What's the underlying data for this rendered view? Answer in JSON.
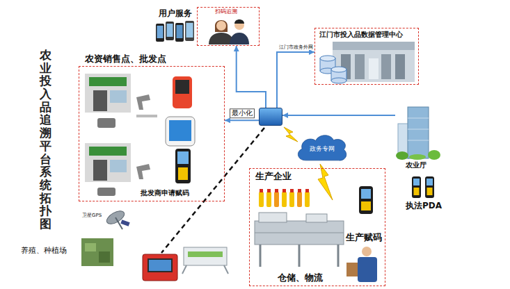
{
  "diagram": {
    "title": "农业投入品追溯平台系统拓扑图",
    "nodes": [
      {
        "text": [
          "用户服务",
          "扫码追溯"
        ]
      },
      {
        "text": [
          "江门市投入品数据管理中心"
        ]
      },
      {
        "text": [
          "农资销售点、批发点",
          "批发商申请赋码"
        ]
      },
      {
        "text": []
      },
      {
        "text": [
          "政务专网"
        ]
      },
      {
        "text": [
          "农业厅"
        ]
      },
      {
        "text": [
          "生产企业",
          "生产赋码",
          "仓储、物流"
        ]
      }
    ],
    "edges": [
      {
        "from": 3,
        "to": 0,
        "arrow": "to"
      },
      {
        "from": 3,
        "to": 2,
        "label": "最小化",
        "arrow": "to"
      },
      {
        "from": 3,
        "to": 1,
        "label": "江门市政务外网",
        "arrow": "to"
      },
      {
        "from": 5,
        "to": 3,
        "arrow": "to"
      }
    ],
    "labels": [
      "执法PDA",
      "卫星GPS",
      "养殖、种植场"
    ]
  }
}
